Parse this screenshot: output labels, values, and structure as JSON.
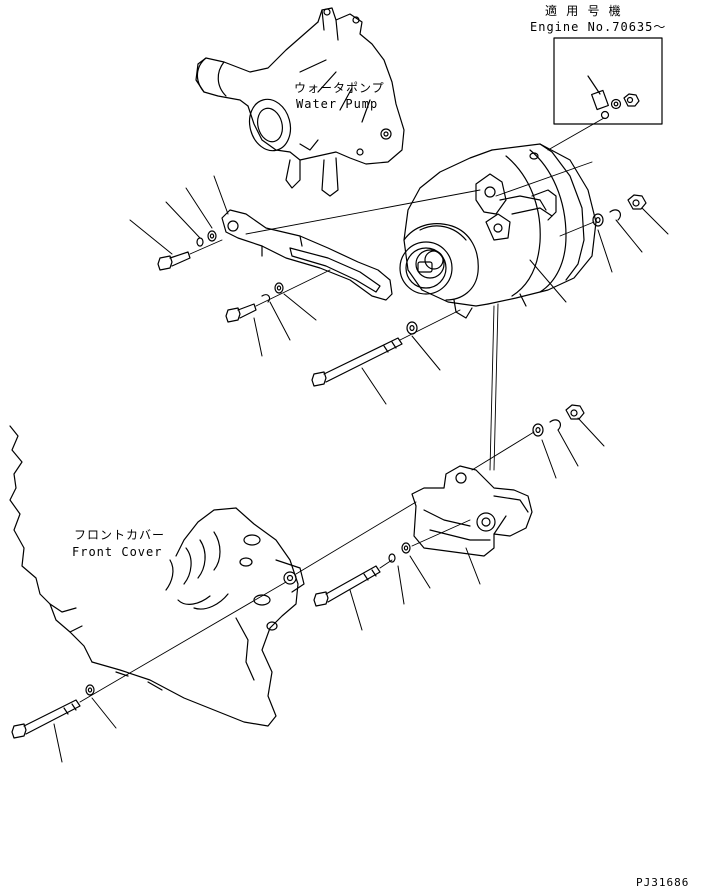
{
  "labels": {
    "applicable_jp": "適 用 号 機",
    "applicable_en": "Engine No.70635～",
    "water_pump_jp": "ウォータポンプ",
    "water_pump_en": "Water Pump",
    "front_cover_jp": "フロントカバー",
    "front_cover_en": "Front Cover",
    "figure_code": "PJ31686"
  },
  "colors": {
    "ink": "#000000",
    "paper": "#ffffff"
  }
}
